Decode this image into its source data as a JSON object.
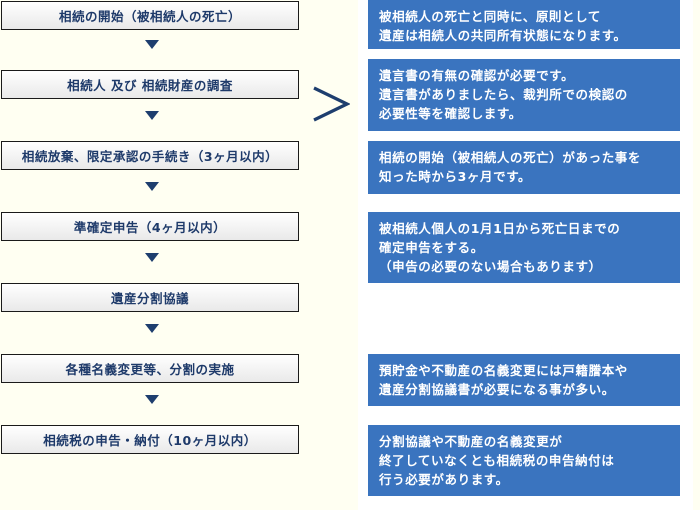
{
  "flow": {
    "steps": [
      {
        "label": "相続の開始（被相続人の死亡）"
      },
      {
        "label": "相続人 及び 相続財産の調査"
      },
      {
        "label": "相続放棄、限定承認の手続き（3ヶ月以内）"
      },
      {
        "label": "準確定申告（4ヶ月以内）"
      },
      {
        "label": "遺産分割協議"
      },
      {
        "label": "各種名義変更等、分割の実施"
      },
      {
        "label": "相続税の申告・納付（10ヶ月以内）"
      }
    ],
    "arrow_icon": "down-triangle-icon",
    "connector_icon": "chevron-right-icon"
  },
  "notes": [
    {
      "text": "被相続人の死亡と同時に、原則として\n遺産は相続人の共同所有状態になります。"
    },
    {
      "text": "遺言書の有無の確認が必要です。\n遺言書がありましたら、裁判所での検認の\n必要性等を確認します。"
    },
    {
      "text": "相続の開始（被相続人の死亡）があった事を\n知った時から3ヶ月です。"
    },
    {
      "text": "被相続人個人の1月1日から死亡日までの\n確定申告をする。\n（申告の必要のない場合もあります）"
    },
    {
      "text": "預貯金や不動産の名義変更には戸籍謄本や\n遺産分割協議書が必要になる事が多い。"
    },
    {
      "text": "分割協議や不動産の名義変更が\n終了していなくとも相続税の申告納付は\n行う必要があります。"
    }
  ],
  "colors": {
    "background": "#fffff2",
    "note_blue": "#3a74bf",
    "navy": "#1e3a6a"
  }
}
